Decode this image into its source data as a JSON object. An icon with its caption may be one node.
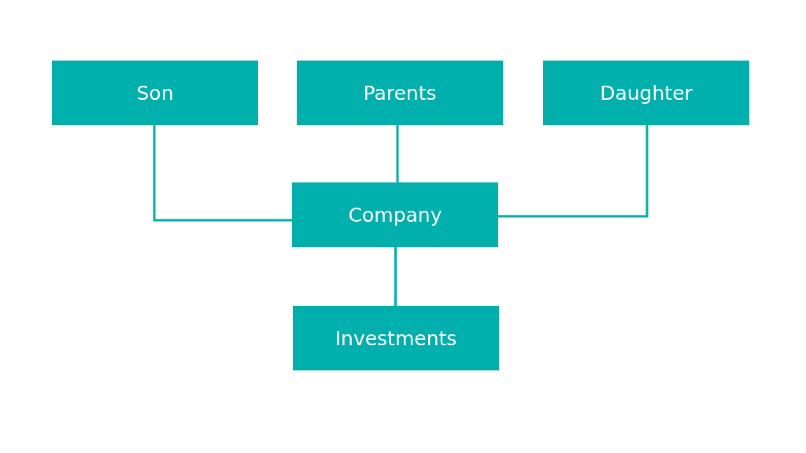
{
  "diagram": {
    "nodes": [
      {
        "text": [
          "Son"
        ]
      },
      {
        "text": [
          "Parents"
        ]
      },
      {
        "text": [
          "Daughter"
        ]
      },
      {
        "text": [
          "Company"
        ]
      },
      {
        "text": [
          "Investments"
        ]
      }
    ],
    "edges": [
      {
        "from": 0,
        "to": 3,
        "arrow": "none"
      },
      {
        "from": 1,
        "to": 3,
        "arrow": "none"
      },
      {
        "from": 2,
        "to": 3,
        "arrow": "none"
      },
      {
        "from": 3,
        "to": 4,
        "arrow": "none"
      }
    ]
  }
}
